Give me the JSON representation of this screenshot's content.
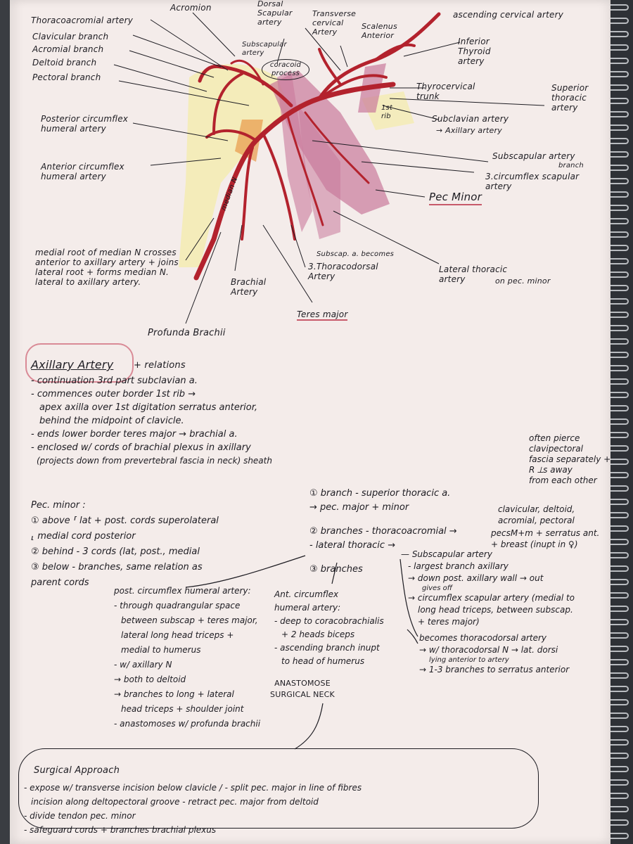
{
  "diagram_labels": {
    "thoracoacromial": "Thoracoacromial artery",
    "clavicular": "Clavicular branch",
    "acromial": "Acromial branch",
    "deltoid": "Deltoid branch",
    "pectoral": "Pectoral branch",
    "acromion": "Acromion",
    "dorsal_scapular": "Dorsal Scapular artery",
    "subscapular_top": "Subscapular artery",
    "coracoid": "coracoid process",
    "transverse_cervical": "Transverse cervical Artery",
    "scalenus_anterior": "Scalenus Anterior",
    "ascending_cervical": "ascending cervical artery",
    "inferior_thyroid": "Inferior Thyroid artery",
    "thyrocervical": "Thyrocervical trunk",
    "first_rib": "1st rib",
    "superior_thoracic": "Superior thoracic artery",
    "subclavian": "Subclavian artery",
    "subclavian_arrow": "→ Axillary artery",
    "post_circumflex": "Posterior circumflex humeral artery",
    "ant_circumflex": "Anterior circumflex humeral artery",
    "subscapular_right": "Subscapular artery",
    "branch": "branch",
    "circumflex_scapular": "3.circumflex scapular artery",
    "pec_minor": "Pec Minor",
    "median_n": "median N",
    "medial_root": "medial root of median N crosses anterior to axillary artery + joins lateral root + forms median N. lateral to axillary artery.",
    "brachial": "Brachial Artery",
    "subscap_becomes": "Subscap. a. becomes",
    "thoracodorsal": "3.Thoracodorsal Artery",
    "lateral_thoracic": "Lateral thoracic artery",
    "on_pec_minor": "on pec. minor",
    "teres_major": "Teres major",
    "profunda": "Profunda Brachii"
  },
  "notes": {
    "heading": "Axillary Artery",
    "heading_rest": "+ relations",
    "lines": [
      "- continuation 3rd part subclavian a.",
      "- commences outer border 1st rib →",
      "apex axilla over 1st digitation serratus anterior,",
      "behind the midpoint of clavicle.",
      "- ends lower border teres major → brachial a.",
      "- enclosed w/ cords of brachial plexus in axillary",
      "(projects down from prevertebral fascia in neck) sheath"
    ],
    "pec_minor_title": "Pec. minor :",
    "pec_lines": [
      "① above ⸢ lat + post. cords superolateral",
      "          ⸤ medial cord posterior",
      "② behind - 3 cords (lat, post., medial",
      "③ below - branches, same relation as",
      "                parent cords"
    ],
    "often": [
      "often pierce",
      "clavipectoral",
      "fascia separately +",
      "R ⟂s away",
      "from each other"
    ],
    "branches": [
      "① branch  - superior thoracic a.",
      "                → pec. major + minor",
      "② branches - thoracoacromial →",
      "                - lateral thoracic →",
      "③ branches"
    ],
    "thoracoacromial_branches": [
      "clavicular, deltoid,",
      "acromial, pectoral"
    ],
    "lateral_thoracic_supply": [
      "pecsM+m + serratus ant.",
      "+ breast (inupt in ♀)"
    ],
    "subscapular_notes": [
      "— Subscapular artery",
      "- largest branch axillary",
      "→ down post. axillary wall → out",
      "gives off",
      "→ circumflex scapular artery (medial to",
      "long head triceps, between subscap.",
      "+ teres major)",
      "becomes thoracodorsal artery",
      "→ w/ thoracodorsal N → lat. dorsi",
      "lying anterior to artery",
      "→ 1-3 branches to serratus anterior"
    ],
    "post_circ_title": "post. circumflex humeral artery:",
    "post_circ_lines": [
      "- through quadrangular space",
      "between subscap + teres major,",
      "lateral long head triceps +",
      "medial to humerus",
      "- w/ axillary N",
      "→ both to deltoid",
      "→ branches to long + lateral",
      "head triceps + shoulder joint",
      "- anastomoses w/ profunda brachii"
    ],
    "ant_circ_title": "Ant. circumflex humeral artery:",
    "ant_circ_lines": [
      "- deep to coracobrachialis",
      "+ 2 heads biceps",
      "- ascending branch inupt",
      "to head of humerus"
    ],
    "anastomose": "ANASTOMOSE SURGICAL NECK",
    "surgical_title": "Surgical Approach",
    "surgical_lines": [
      "- expose w/ transverse incision below clavicle / - split pec. major in line of fibres",
      "incision along deltopectoral groove - retract pec. major from deltoid",
      "- divide tendon pec. minor",
      "- safeguard cords + branches brachial plexus"
    ]
  },
  "colors": {
    "artery": "#b3222d",
    "muscle": "#c97a9b",
    "highlight": "#f4ecaa",
    "ink": "#1d1c22",
    "paper": "#f4ecea",
    "cloud": "#d98a96"
  }
}
